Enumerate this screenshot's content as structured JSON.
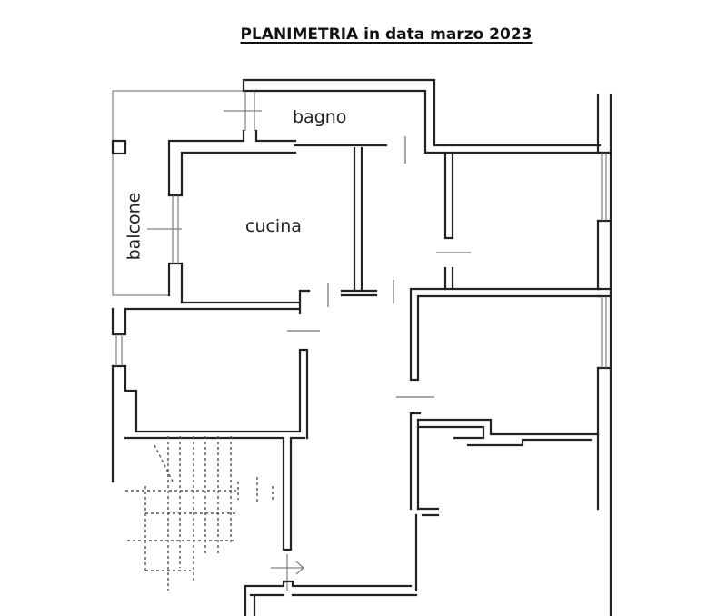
{
  "title": "PLANIMETRIA in data marzo 2023",
  "rooms": {
    "bagno": "bagno",
    "cucina": "cucina",
    "balcone": "balcone"
  },
  "colors": {
    "wall": "#222222",
    "background": "#ffffff"
  }
}
